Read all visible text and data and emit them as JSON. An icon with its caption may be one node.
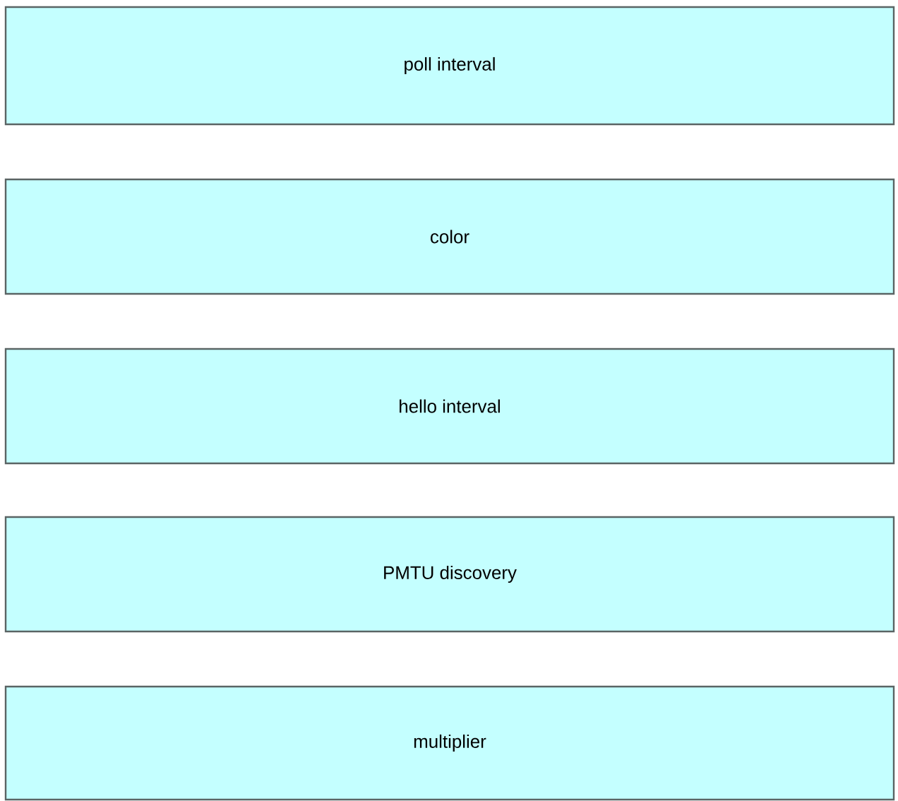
{
  "diagram": {
    "nodes": [
      {
        "text": [
          "poll interval"
        ]
      },
      {
        "text": [
          "color"
        ]
      },
      {
        "text": [
          "hello interval"
        ]
      },
      {
        "text": [
          "PMTU discovery"
        ]
      },
      {
        "text": [
          "multiplier"
        ]
      }
    ]
  }
}
